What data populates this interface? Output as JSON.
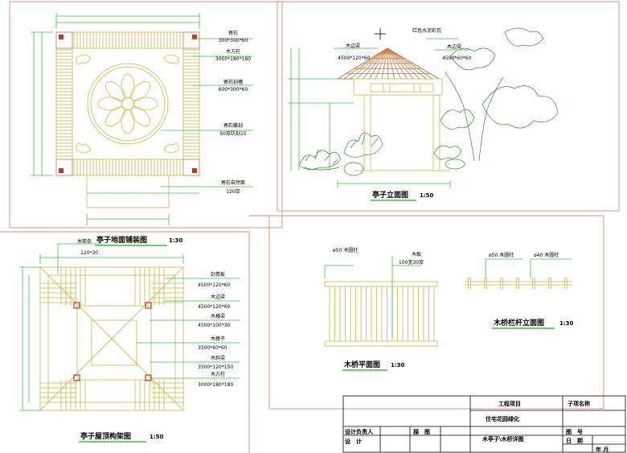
{
  "plan": {
    "title": "亭子地面铺装图",
    "scale": "1:30",
    "notes": [
      {
        "name": "寄石",
        "size": "300*300*60"
      },
      {
        "name": "木方柱",
        "size": "3000*180*180"
      },
      {
        "name": "寄石刻槽",
        "size": "600*300*60"
      },
      {
        "name": "寄石雕刻",
        "size": "50厚防刻15"
      },
      {
        "name": "寄石自然面",
        "size": "120厚"
      }
    ]
  },
  "elevation": {
    "title": "亭子立面图",
    "scale": "1:50",
    "notes": [
      {
        "name": "木边梁",
        "size": "4500*120*60"
      },
      {
        "name": "红色水泥彩瓦",
        "size": ""
      },
      {
        "name": "木边梁",
        "size": "4500*60*60"
      }
    ]
  },
  "roof": {
    "title": "亭子屋顶构架图",
    "scale": "1:50",
    "top_note": {
      "name": "木梯条",
      "size": "120*30"
    },
    "notes": [
      {
        "name": "封檐板",
        "size": "4500*120*60"
      },
      {
        "name": "木边梁",
        "size": "4500*120*60"
      },
      {
        "name": "木横梁",
        "size": "4500*100*30"
      },
      {
        "name": "木椽子",
        "size": "3500*60*60"
      },
      {
        "name": "木斜梁",
        "size": "3500*120*150"
      },
      {
        "name": "木方柱",
        "size": "3000*180*180"
      }
    ]
  },
  "bridge_plan": {
    "title": "木桥平面图",
    "scale": "1:30",
    "notes": [
      {
        "name": "ø50 木圆柱",
        "size": ""
      },
      {
        "name": "木板",
        "size": "100宽30厚"
      }
    ]
  },
  "railing": {
    "title": "木桥栏杆立面图",
    "scale": "1:30",
    "notes": [
      {
        "name": "ø50 木圆柱",
        "size": ""
      },
      {
        "name": "ø40 木圆柱",
        "size": ""
      }
    ]
  },
  "title_block": {
    "project_label": "工程项目",
    "project_value": "住宅花园绿化",
    "sheet_name_label": "子项名称",
    "drawing_name": "木亭子\\木桥详图",
    "designer_label": "设计负责人",
    "design_label": "设　计",
    "draw_label": "描　图",
    "drawing_no_label": "图　号",
    "date_label": "日　期",
    "year_month_label": "年 月"
  },
  "colors": {
    "frame": "#d98b76",
    "structure": "#d6c66a",
    "dimension": "#3fbf3f",
    "plant": "#3a8a3a",
    "roof_tile": "#c87b44"
  }
}
